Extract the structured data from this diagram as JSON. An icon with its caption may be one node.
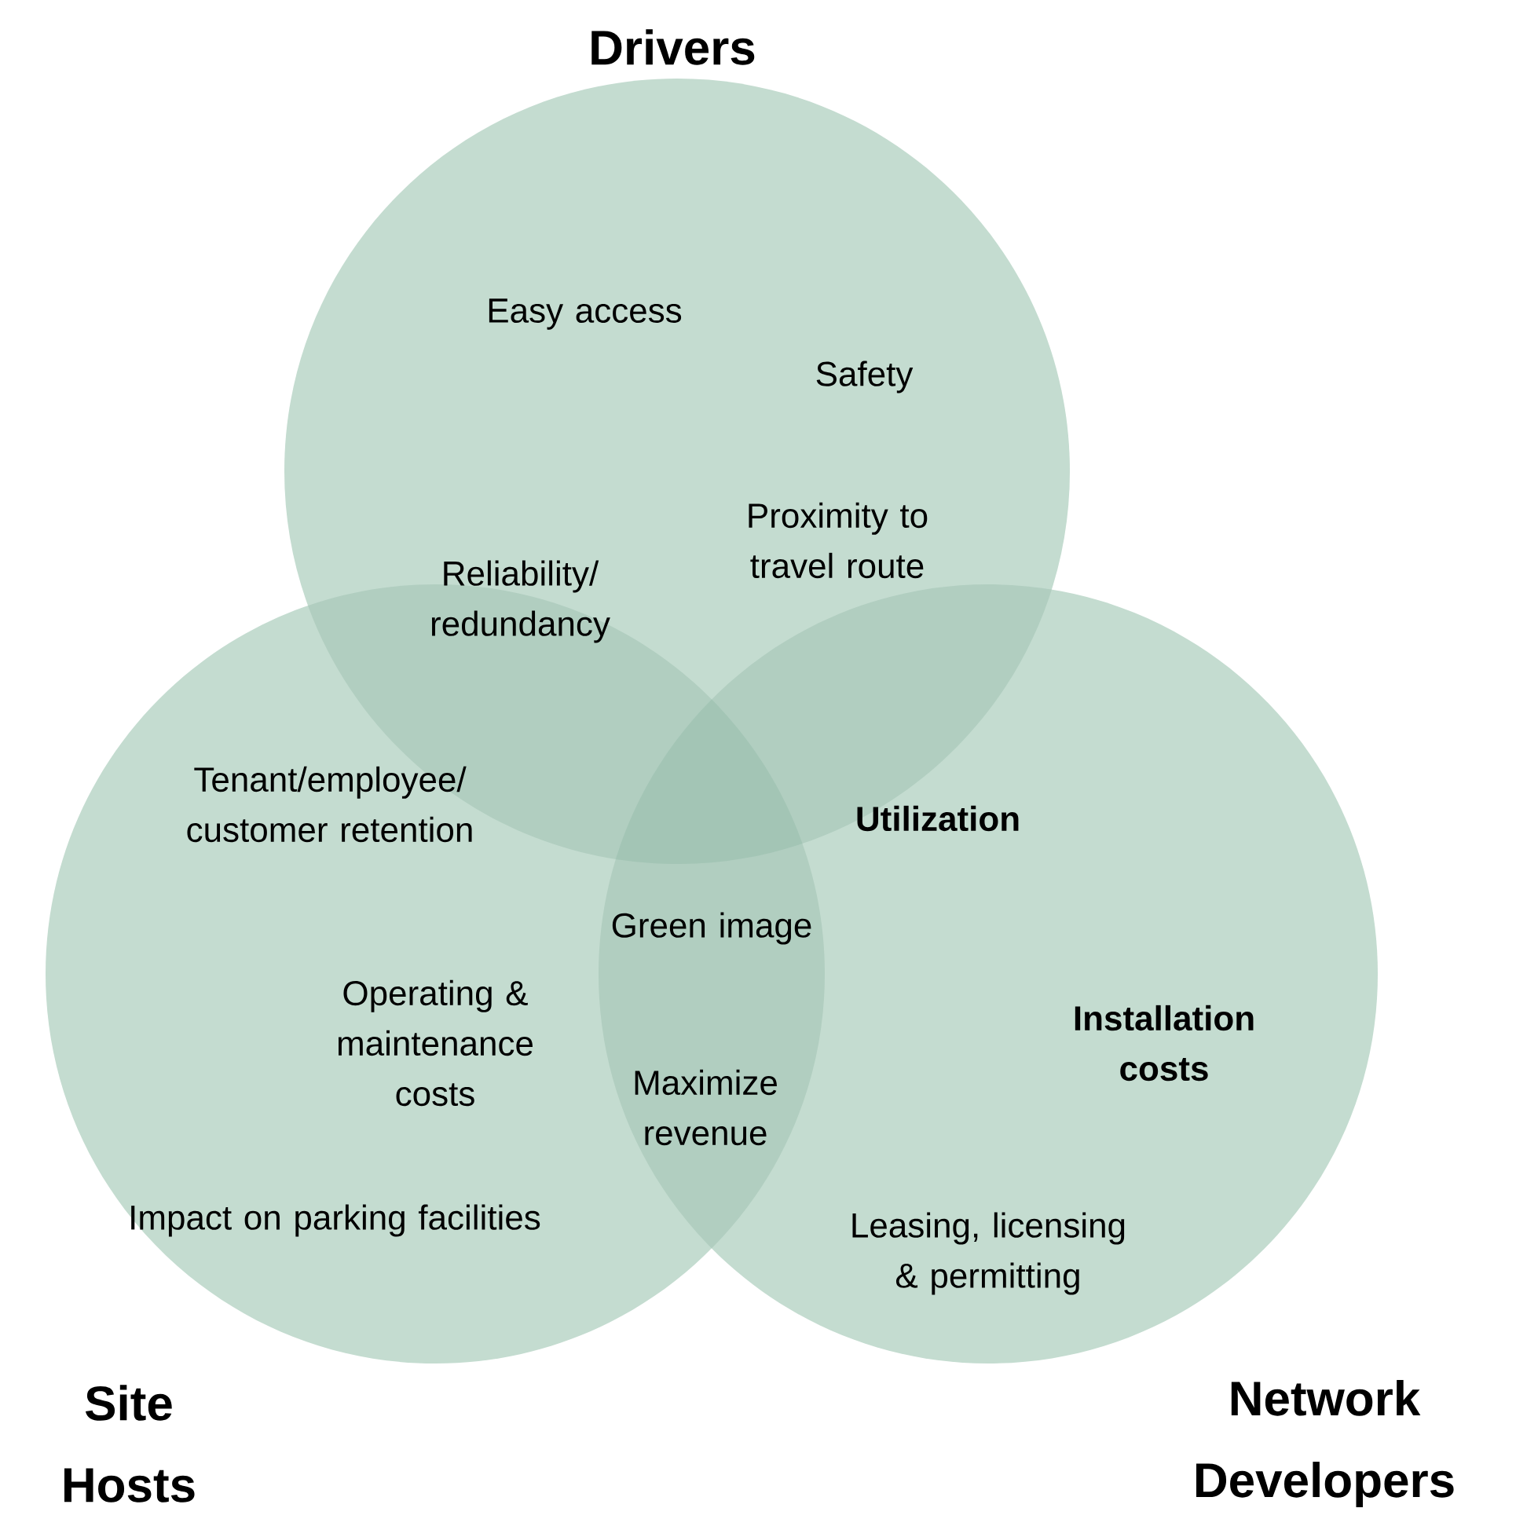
{
  "diagram": {
    "nodes": [
      {
        "text": [
          "Drivers"
        ]
      },
      {
        "text": [
          "Site Hosts"
        ]
      },
      {
        "text": [
          "Network Developers"
        ]
      }
    ],
    "labels": [
      "Easy access",
      "Safety",
      "Proximity to travel route",
      "Reliability/ redundancy",
      "Tenant/employee/ customer retention",
      "Utilization",
      "Green image",
      "Operating & maintenance costs",
      "Installation costs",
      "Maximize revenue",
      "Impact on parking facilities",
      "Leasing, licensing & permitting"
    ]
  }
}
